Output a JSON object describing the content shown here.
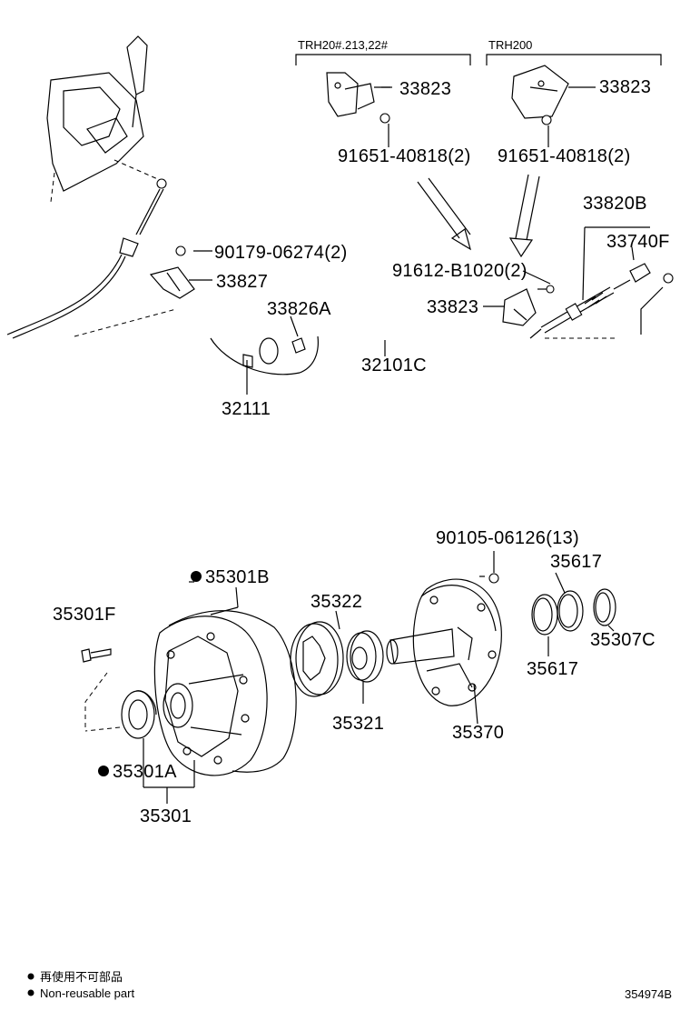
{
  "variants": {
    "trh20": "TRH20#.213,22#",
    "trh200": "TRH200"
  },
  "parts": {
    "p33823_a": "33823",
    "p33823_b": "33823",
    "p33823_c": "33823",
    "p91651_a": "91651-40818(2)",
    "p91651_b": "91651-40818(2)",
    "p91612": "91612-B1020(2)",
    "p33820B": "33820B",
    "p33740F": "33740F",
    "p90179": "90179-06274(2)",
    "p33827": "33827",
    "p33826A": "33826A",
    "p32101C": "32101C",
    "p32111": "32111",
    "p90105": "90105-06126(13)",
    "p35617_a": "35617",
    "p35617_b": "35617",
    "p35307C": "35307C",
    "p35301B": "35301B",
    "p35322": "35322",
    "p35301F": "35301F",
    "p35321": "35321",
    "p35370": "35370",
    "p35301A": "35301A",
    "p35301": "35301"
  },
  "legend": {
    "japanese": "再使用不可部品",
    "english": "Non-reusable part"
  },
  "diagram_id": "354974B"
}
